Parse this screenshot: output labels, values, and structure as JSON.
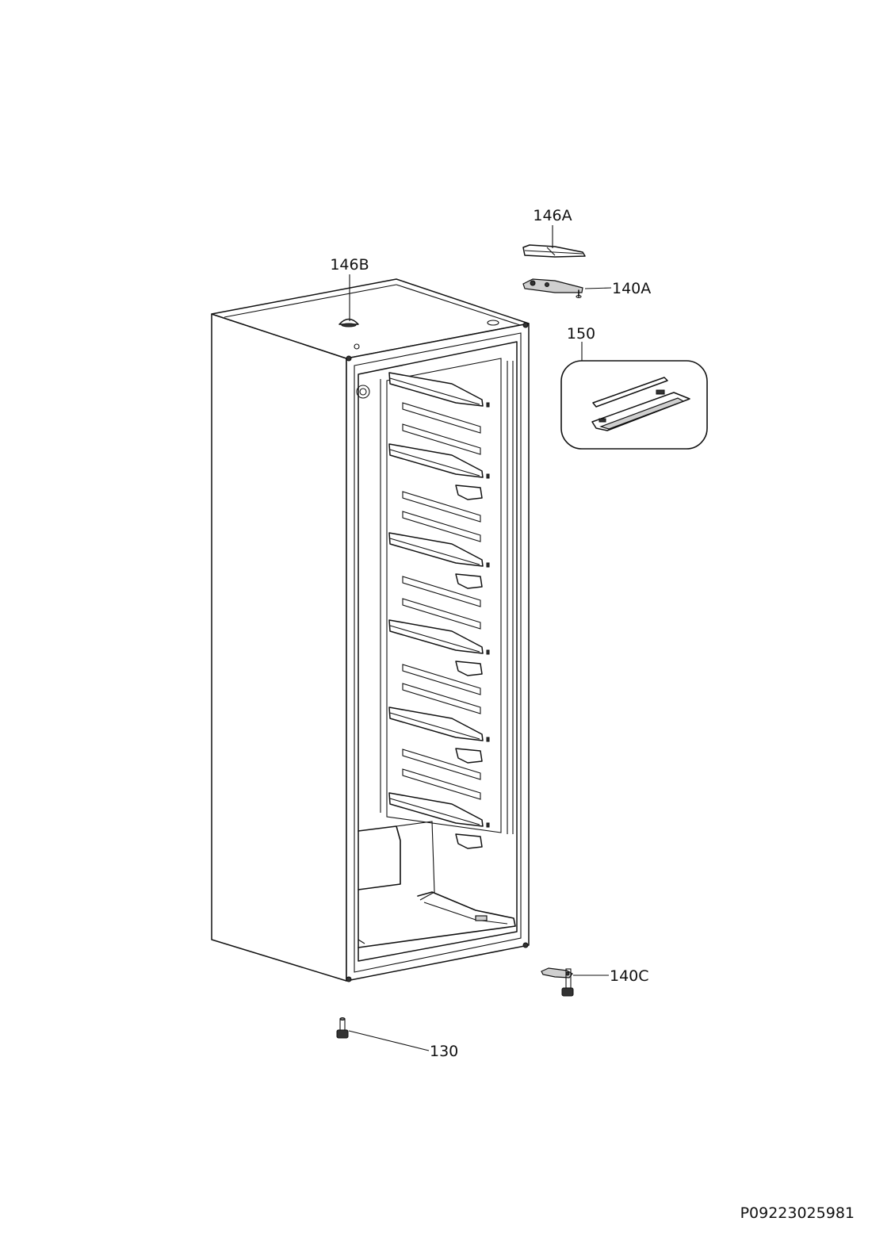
{
  "callouts": [
    {
      "id": "146A",
      "label": "146A"
    },
    {
      "id": "146B",
      "label": "146B"
    },
    {
      "id": "140A",
      "label": "140A"
    },
    {
      "id": "150",
      "label": "150"
    },
    {
      "id": "140C",
      "label": "140C"
    },
    {
      "id": "130",
      "label": "130"
    }
  ],
  "document_id": "P09223025981"
}
